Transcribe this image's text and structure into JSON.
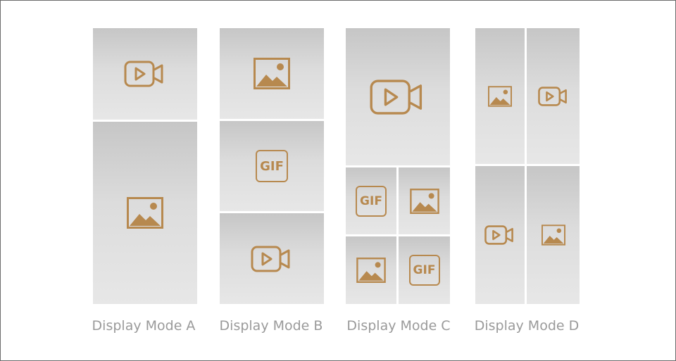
{
  "icon_color": "#b7894f",
  "background_color": "#ffffff",
  "modes": [
    {
      "label": "Display Mode A",
      "cells": [
        "video-icon",
        "image-icon"
      ]
    },
    {
      "label": "Display Mode B",
      "cells": [
        "image-icon",
        "gif-icon",
        "video-icon"
      ]
    },
    {
      "label": "Display Mode C",
      "cells": [
        "video-icon",
        "gif-icon",
        "image-icon",
        "image-icon",
        "gif-icon"
      ]
    },
    {
      "label": "Display Mode D",
      "cells": [
        "image-icon",
        "video-icon",
        "video-icon",
        "image-icon"
      ]
    }
  ],
  "gif_label": "GIF"
}
